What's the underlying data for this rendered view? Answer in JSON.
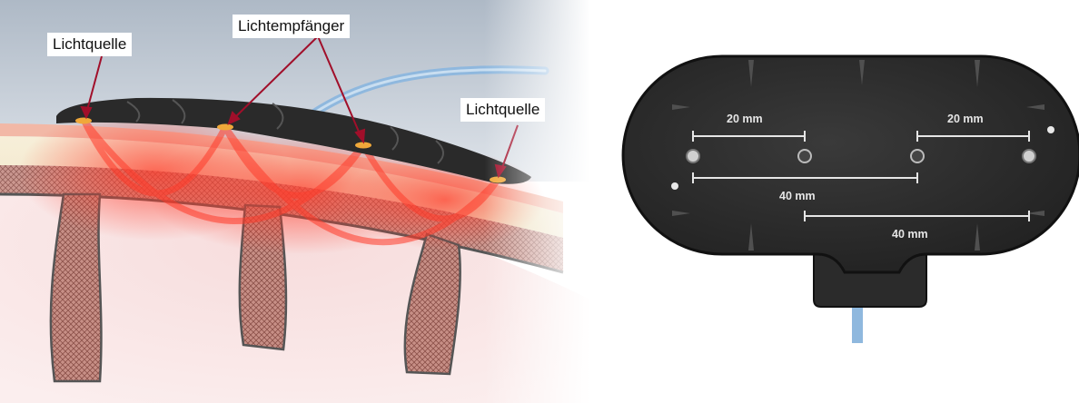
{
  "left_figure": {
    "labels": {
      "source_left": "Lichtquelle",
      "receivers": "Lichtempfänger",
      "source_right": "Lichtquelle"
    },
    "colors": {
      "light_path": "#ff3b2a",
      "skin": "#f2b8a6",
      "sensor_body": "#2a2a2a",
      "cable": "#8fb8de"
    }
  },
  "right_figure": {
    "measurements": {
      "top_left": "20 mm",
      "top_right": "20 mm",
      "middle": "40 mm",
      "bottom": "40 mm"
    },
    "colors": {
      "pad": "#2b2b2b",
      "markings": "#e6e6e6",
      "cable": "#8fb8de"
    }
  }
}
